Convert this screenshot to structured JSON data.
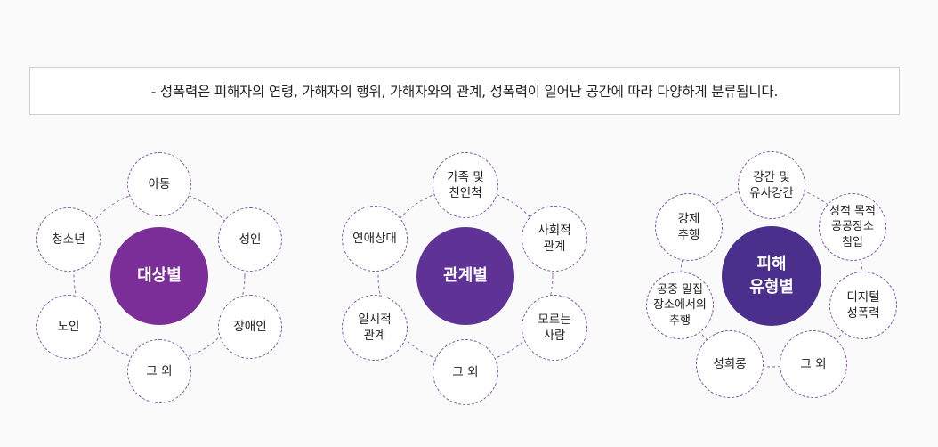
{
  "intro_text": "- 성폭력은 피해자의 연령, 가해자의 행위, 가해자와의 관계, 성폭력이 일어난 공간에 따라 다양하게 분류됩니다.",
  "groups": [
    {
      "center": "대상별",
      "center_color": "#7b2e98",
      "nodes": [
        "아동",
        "성인",
        "장애인",
        "그 외",
        "노인",
        "청소년"
      ]
    },
    {
      "center": "관계별",
      "center_color": "#5f3396",
      "nodes": [
        "가족 및\n친인척",
        "사회적\n관계",
        "모르는\n사람",
        "그 외",
        "일시적\n관계",
        "연애상대"
      ]
    },
    {
      "center": "피해\n유형별",
      "center_color": "#4a2f8c",
      "nodes": [
        "강간 및\n유사강간",
        "성적 목적\n공공장소\n침입",
        "디지털\n성폭력",
        "그 외",
        "성희롱",
        "공중 밀집\n장소에서의\n추행",
        "강제\n추행"
      ]
    }
  ]
}
